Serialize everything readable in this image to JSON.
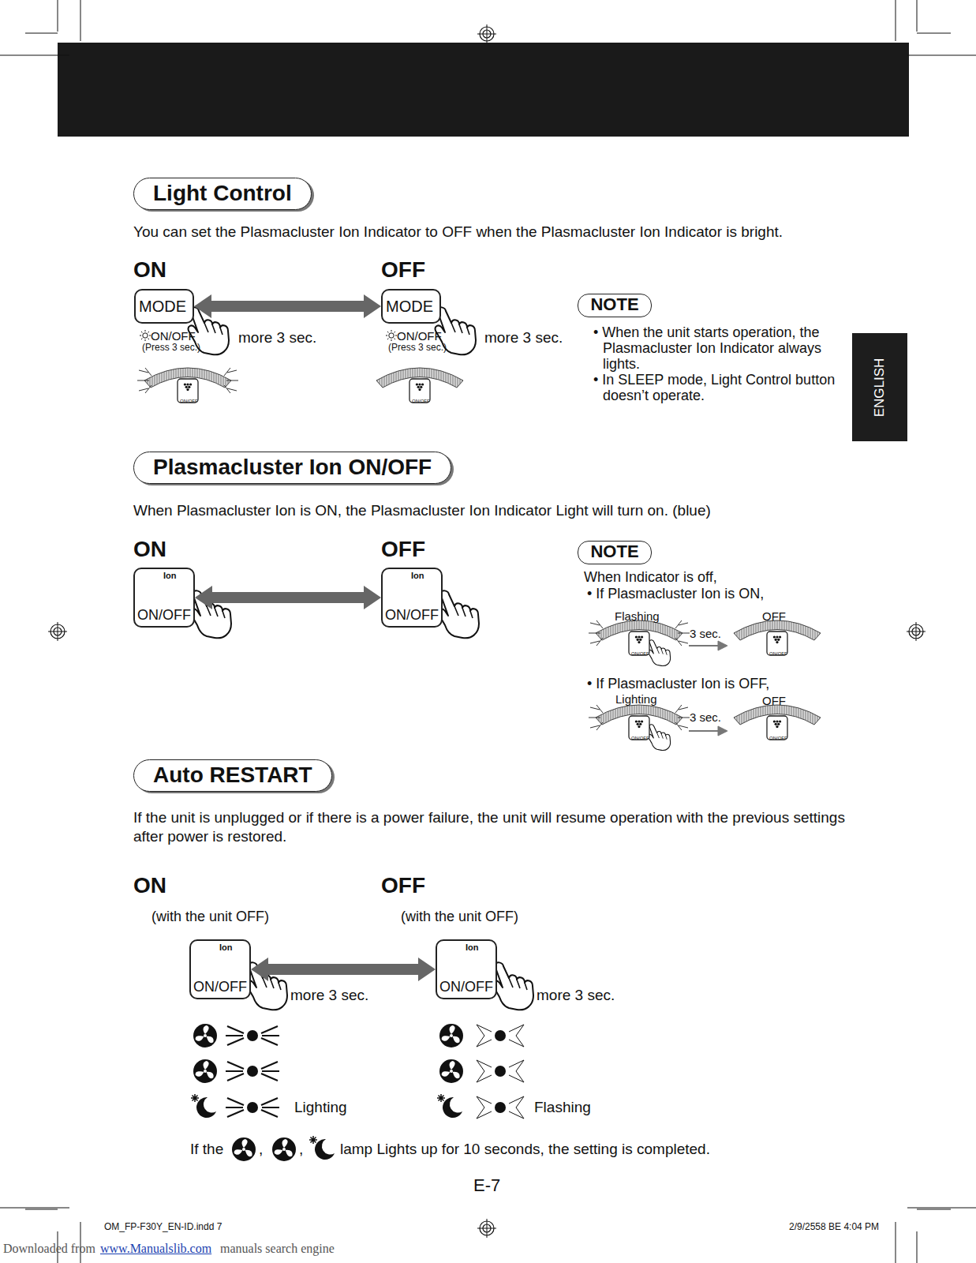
{
  "diagram": {
    "nodes": [
      {
        "text": [
          "Light Control"
        ]
      },
      {
        "text": [
          "MODE"
        ]
      },
      {
        "text": [
          "MODE"
        ]
      },
      {
        "text": [
          "NOTE"
        ]
      },
      {
        "text": [
          "Plasmacluster Ion ON/OFF"
        ]
      },
      {
        "text": [
          "Ion",
          "ON/OFF"
        ]
      },
      {
        "text": [
          "Ion",
          "ON/OFF"
        ]
      },
      {
        "text": [
          "NOTE"
        ]
      },
      {
        "text": [
          "Auto RESTART"
        ]
      },
      {
        "text": [
          "Ion",
          "ON/OFF"
        ]
      },
      {
        "text": [
          "Ion",
          "ON/OFF"
        ]
      },
      {
        "text": [
          "ENGLISH"
        ]
      }
    ],
    "edges": [
      {
        "from": 1,
        "to": 2,
        "arrow": "both"
      },
      {
        "from": 5,
        "to": 6,
        "arrow": "both"
      },
      {
        "from": 9,
        "to": 10,
        "arrow": "both"
      }
    ],
    "labels": [
      "You can set the Plasmacluster Ion Indicator to OFF when the Plasmacluster Ion Indicator is bright.",
      "ON",
      "OFF",
      "ON/OFF",
      "(Press 3 sec.)",
      "more 3 sec.",
      "ON/OFF",
      "ON/OFF",
      "(Press 3 sec.)",
      "more 3 sec.",
      "ON/OFF",
      "• When the unit starts operation, the Plasmacluster Ion Indicator always lights.",
      "• In SLEEP mode, Light Control button doesn’t operate.",
      "When Plasmacluster Ion is ON, the Plasmacluster Ion Indicator Light will turn on. (blue)",
      "ON",
      "OFF",
      "When Indicator is off,",
      "• If Plasmacluster Ion is ON,",
      "Flashing",
      "3 sec.",
      "OFF",
      "ON/OFF",
      "ON/OFF",
      "• If Plasmacluster Ion is OFF,",
      "Lighting",
      "3 sec.",
      "OFF",
      "ON/OFF",
      "ON/OFF",
      "If the unit is unplugged or if there is a power failure, the unit will resume operation with the previous settings after power is restored.",
      "ON",
      "OFF",
      "(with the unit OFF)",
      "(with the unit OFF)",
      "more 3 sec.",
      "more 3 sec.",
      "Lighting",
      "Flashing",
      "If the",
      ",",
      ",",
      "lamp Lights up for 10 seconds, the setting is completed.",
      "E-7",
      "OM_FP-F30Y_EN-ID.indd 7",
      "2/9/2558 BE 4:04 PM",
      "Downloaded from",
      "www.Manualslib.com",
      "manuals search engine"
    ]
  }
}
